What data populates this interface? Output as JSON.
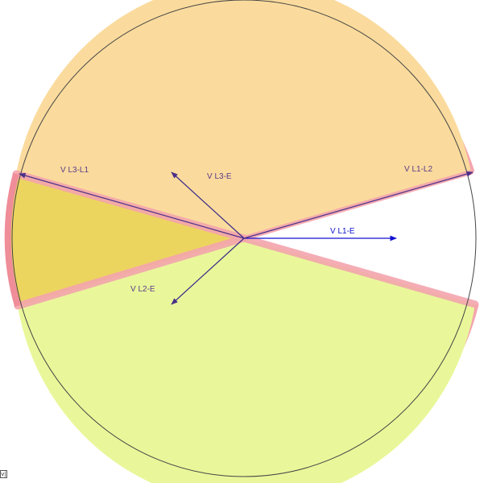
{
  "diagram": {
    "vectors": [
      {
        "id": "vl1-e",
        "label": "V L1-E",
        "color": "#1010d0"
      },
      {
        "id": "vl1-l2",
        "label": "V L1-L2",
        "color": "#5a3a8a"
      },
      {
        "id": "vl3-l1",
        "label": "V L3-L1",
        "color": "#5a3a8a"
      },
      {
        "id": "vl3-e",
        "label": "V L3-E",
        "color": "#3a2a8a"
      },
      {
        "id": "vl2-e",
        "label": "V L2-E",
        "color": "#3a2a8a"
      }
    ],
    "colors": {
      "upper_region": "#fadb9d",
      "lower_region": "#e9f79a",
      "overlap_region": "#ecd55f",
      "boundary": "#f4a5ad",
      "circle_outline": "#444444"
    },
    "corner_mark": "v|"
  }
}
